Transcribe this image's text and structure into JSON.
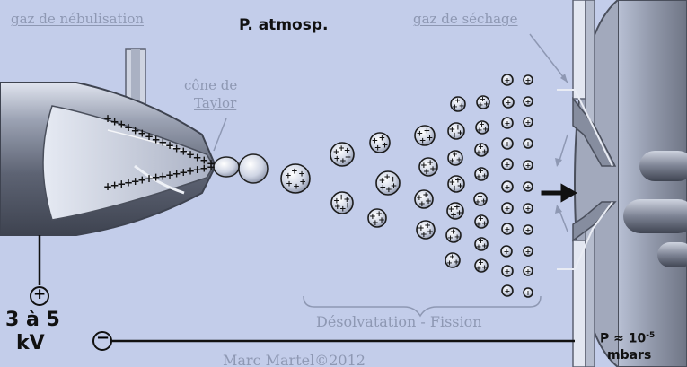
{
  "labels": {
    "nebulisation_gas": "gaz de nébulisation",
    "atmospheric_pressure": "P. atmosp.",
    "drying_gas": "gaz de séchage",
    "taylor_cone_line1": "cône de",
    "taylor_cone_line2": "Taylor",
    "desolvation_fission": "Désolvatation - Fission",
    "voltage_line1": "3 à 5",
    "voltage_line2": "kV",
    "pressure_line1": "P ≈ 10",
    "pressure_exponent": "-5",
    "pressure_line2": "mbars",
    "credit": "Marc Martel©2012"
  },
  "symbols": {
    "positive": "+",
    "negative": "−"
  },
  "colors": {
    "background": "#c3cdea",
    "metal_dark": "#5c6272",
    "metal_light": "#d4d9e6",
    "label_muted": "#8e98b3",
    "text_dark": "#111111"
  }
}
